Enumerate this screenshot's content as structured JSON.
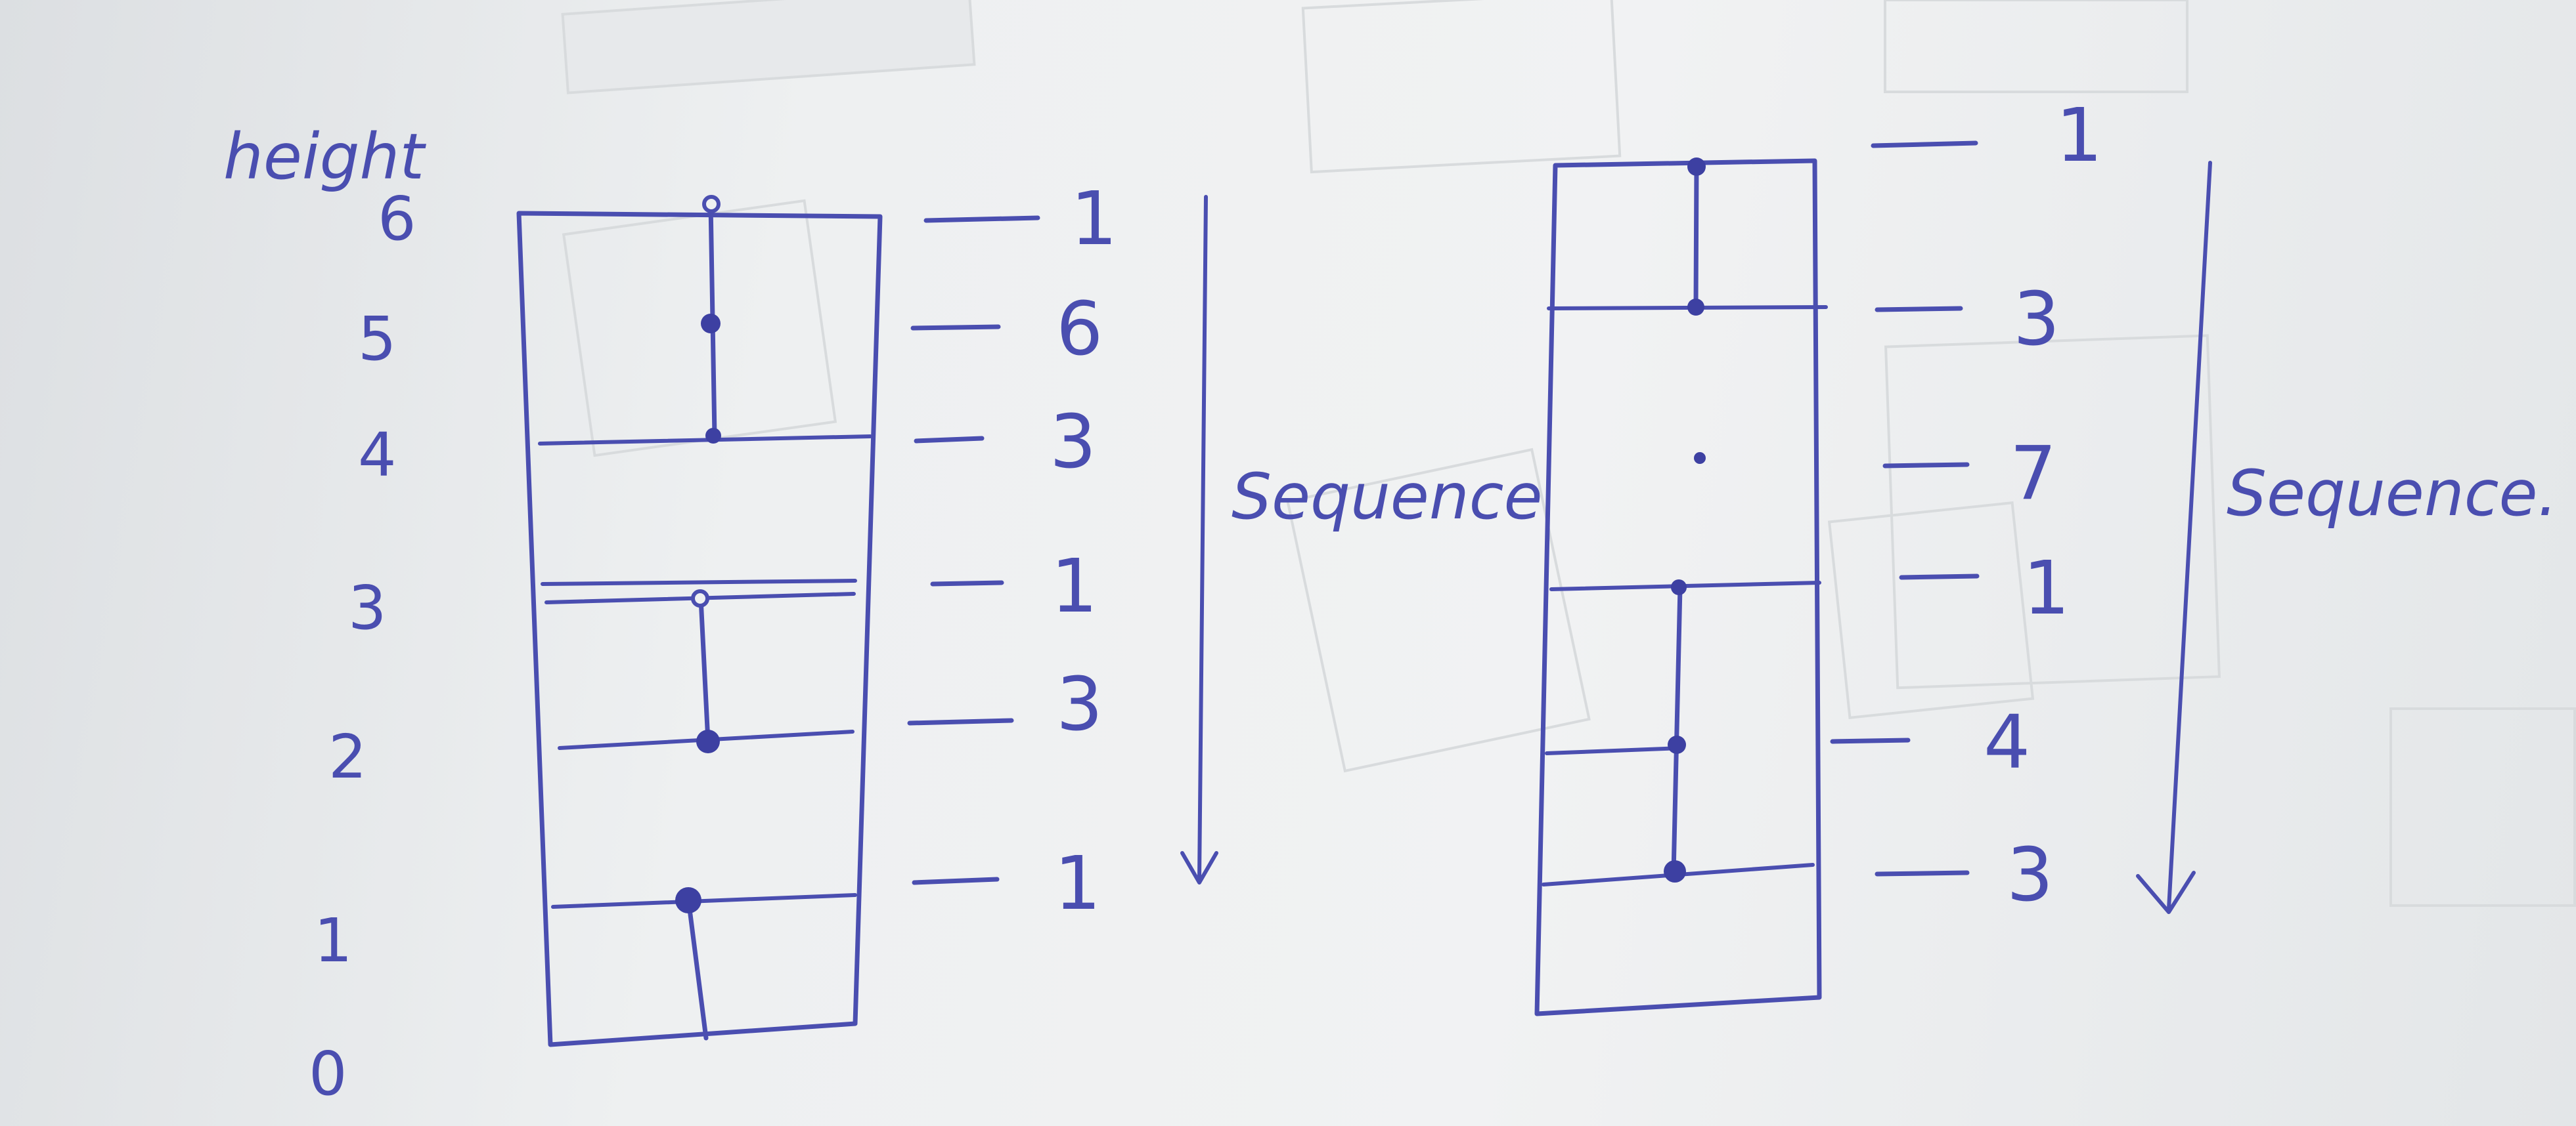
{
  "height_axis": {
    "title": "height",
    "values": [
      "6",
      "5",
      "4",
      "3",
      "2",
      "1",
      "0"
    ]
  },
  "left_diagram": {
    "sequence": [
      "1",
      "6",
      "3",
      "1",
      "3",
      "1"
    ],
    "arrow_label": "Sequence"
  },
  "right_diagram": {
    "sequence": [
      "1",
      "3",
      "7",
      "1",
      "4",
      "3"
    ],
    "arrow_label": "Sequence."
  },
  "colors": {
    "ink": "#4a4eb0",
    "paper": "#eceef0"
  }
}
